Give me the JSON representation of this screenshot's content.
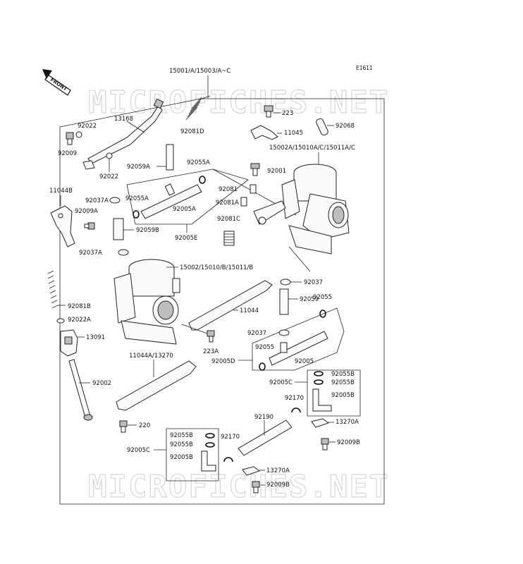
{
  "diagram_code": "E1611",
  "front_label": "FRONT",
  "watermark": "MICROFICHES.NET",
  "assembly_label": "15001/A/15003/A~C",
  "labels": {
    "p13168": "13168",
    "p92022a": "92022",
    "p92009": "92009",
    "p92022b": "92022",
    "p92081d": "92081D",
    "p223": "223",
    "p11045": "11045",
    "p92068": "92068",
    "p15002a": "15002A/15010A/C/15011A/C",
    "p92059a": "92059A",
    "p92055a_top": "92055A",
    "p92001": "92001",
    "p92081": "92081",
    "p11044b": "11044B",
    "p92037a_top": "92037A",
    "p92055a_left": "92055A",
    "p92081a": "92081A",
    "p92009a": "92009A",
    "p92005a": "92005A",
    "p92081c": "92081C",
    "p92059b": "92059B",
    "p92005e": "92005E",
    "p92037a_mid": "92037A",
    "p15002": "15002/15010/B/15011/B",
    "p92037": "92037",
    "p92081b": "92081B",
    "p92059": "92059",
    "p11044": "11044",
    "p92022a_left": "92022A",
    "p92055": "92055",
    "p13091": "13091",
    "p92037_mid": "92037",
    "p223a": "223A",
    "p92055_mid": "92055",
    "p92005d": "92005D",
    "p92005": "92005",
    "p11044a": "11044A/13270",
    "p92055b_r1": "92055B",
    "p92002": "92002",
    "p92005c_r": "92005C",
    "p92055b_r2": "92055B",
    "p92005b_r": "92005B",
    "p92170_r": "92170",
    "p92190": "92190",
    "p13270a_r": "13270A",
    "p220": "220",
    "p92055b_b1": "92055B",
    "p92170_b": "92170",
    "p92009b_r": "92009B",
    "p92005c_b": "92005C",
    "p92055b_b2": "92055B",
    "p92005b_b": "92005B",
    "p13270a_b": "13270A",
    "p92009b_b": "92009B"
  }
}
